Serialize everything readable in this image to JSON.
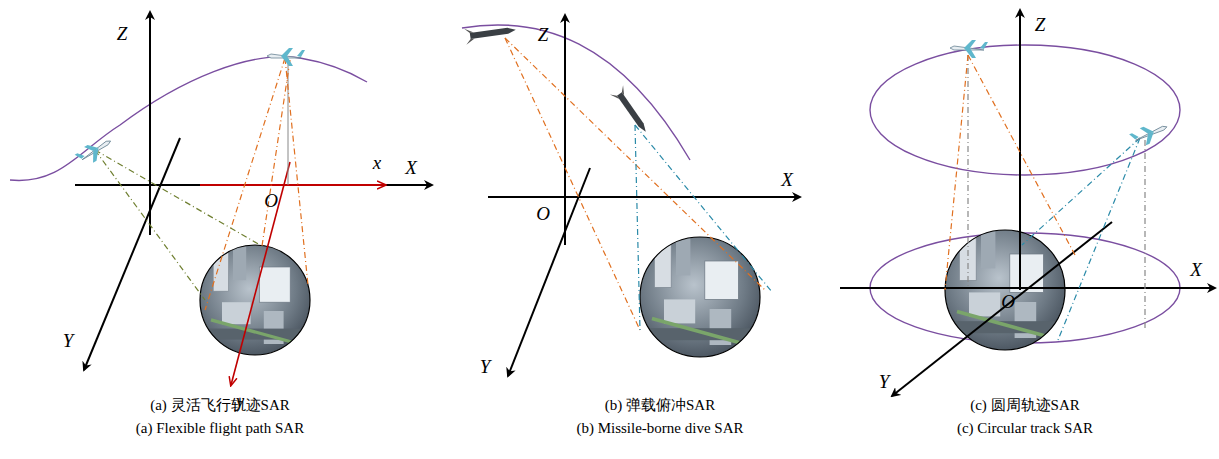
{
  "diagram": {
    "labels": [
      "Z",
      "x",
      "X",
      "O",
      "Y",
      "y",
      "(a) 灵活飞行轨迹SAR",
      "(a) Flexible flight path SAR",
      "Z",
      "X",
      "O",
      "Y",
      "(b) 弹载俯冲SAR",
      "(b) Missile-borne dive SAR",
      "Z",
      "X",
      "O",
      "Y",
      "(c) 圆周轨迹SAR",
      "(c) Circular track SAR"
    ]
  }
}
